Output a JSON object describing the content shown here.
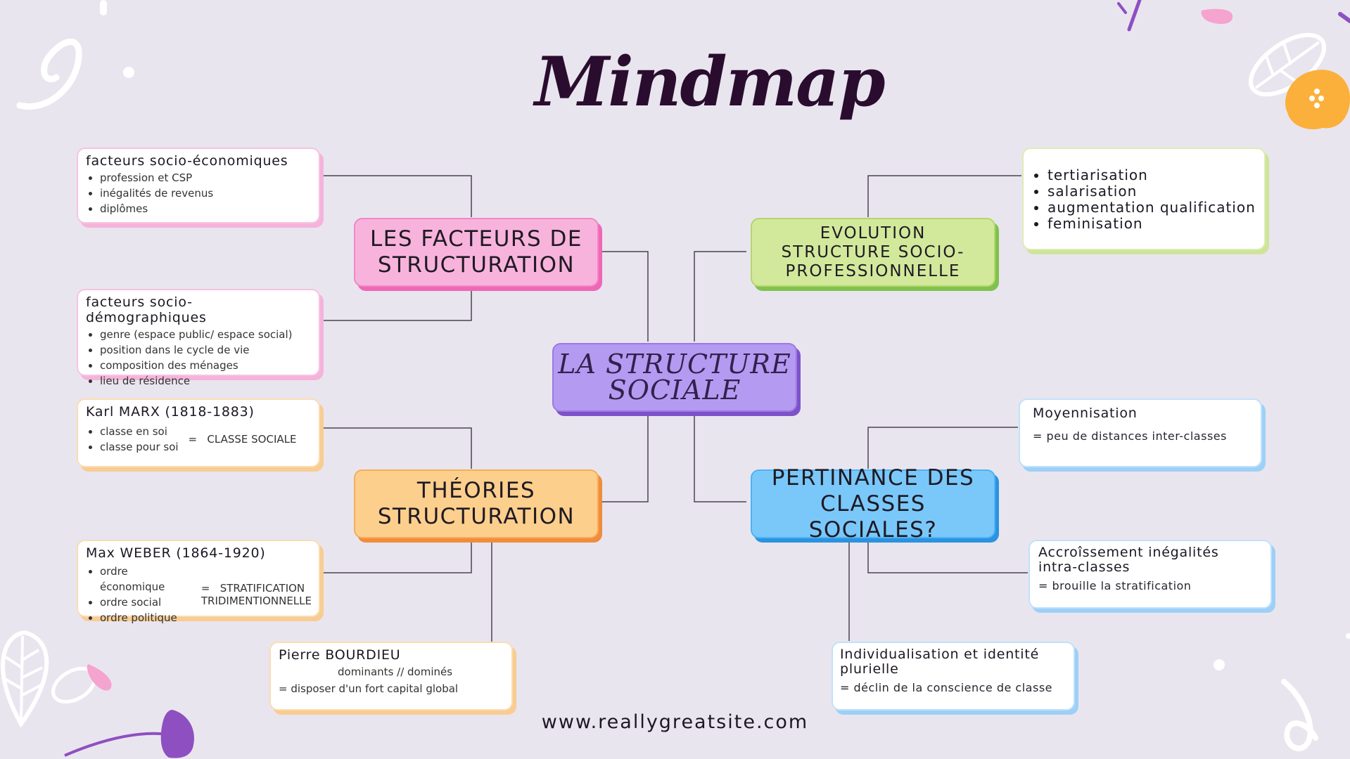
{
  "title": "Mindmap",
  "center": "LA STRUCTURE SOCIALE",
  "branches": {
    "facteurs": {
      "label": "LES FACTEURS DE STRUCTURATION"
    },
    "theories": {
      "label": "THÉORIES STRUCTURATION"
    },
    "evolution": {
      "label": "EVOLUTION STRUCTURE SOCIO-PROFESSIONNELLE"
    },
    "pertinance": {
      "label": "PERTINANCE DES CLASSES SOCIALES?"
    }
  },
  "leaves": {
    "socio_eco": {
      "title": "facteurs socio-économiques",
      "items": [
        "profession et CSP",
        "inégalités de revenus",
        "diplômes"
      ]
    },
    "socio_demo": {
      "title": "facteurs socio-démographiques",
      "items": [
        "genre (espace public/ espace social)",
        "position dans le cycle de vie",
        "composition des ménages",
        "lieu de résidence"
      ]
    },
    "marx": {
      "title": "Karl MARX (1818-1883)",
      "items": [
        "classe en soi",
        "classe pour soi"
      ],
      "equals": "=   CLASSE SOCIALE"
    },
    "weber": {
      "title": "Max WEBER (1864-1920)",
      "items": [
        "ordre économique",
        "ordre social",
        "ordre politique"
      ],
      "equals_line1": "=   STRATIFICATION",
      "equals_line2": "TRIDIMENTIONNELLE"
    },
    "bourdieu": {
      "title": "Pierre BOURDIEU",
      "line1": "dominants // dominés",
      "line2": "= disposer d'un fort capital global"
    },
    "evolution_list": {
      "items": [
        "tertiarisation",
        "salarisation",
        "augmentation qualification",
        "feminisation"
      ]
    },
    "moyennisation": {
      "title": "Moyennisation",
      "desc": "= peu de distances inter-classes"
    },
    "accroissement": {
      "title": "Accroîssement inégalités intra-classes",
      "desc": "= brouille la stratification"
    },
    "individualisation": {
      "title": "Individualisation et identité plurielle",
      "desc": "= déclin de la conscience de classe"
    }
  },
  "footer": "www.reallygreatsite.com",
  "colors": {
    "background": "#e9e5ef",
    "pink": "#f8b3dc",
    "orange": "#fdcf8d",
    "green": "#d2e99b",
    "blue": "#7ac8f9",
    "purple": "#b59af1",
    "decor_orange": "#fbb03b",
    "decor_purple": "#8e4fc0"
  }
}
